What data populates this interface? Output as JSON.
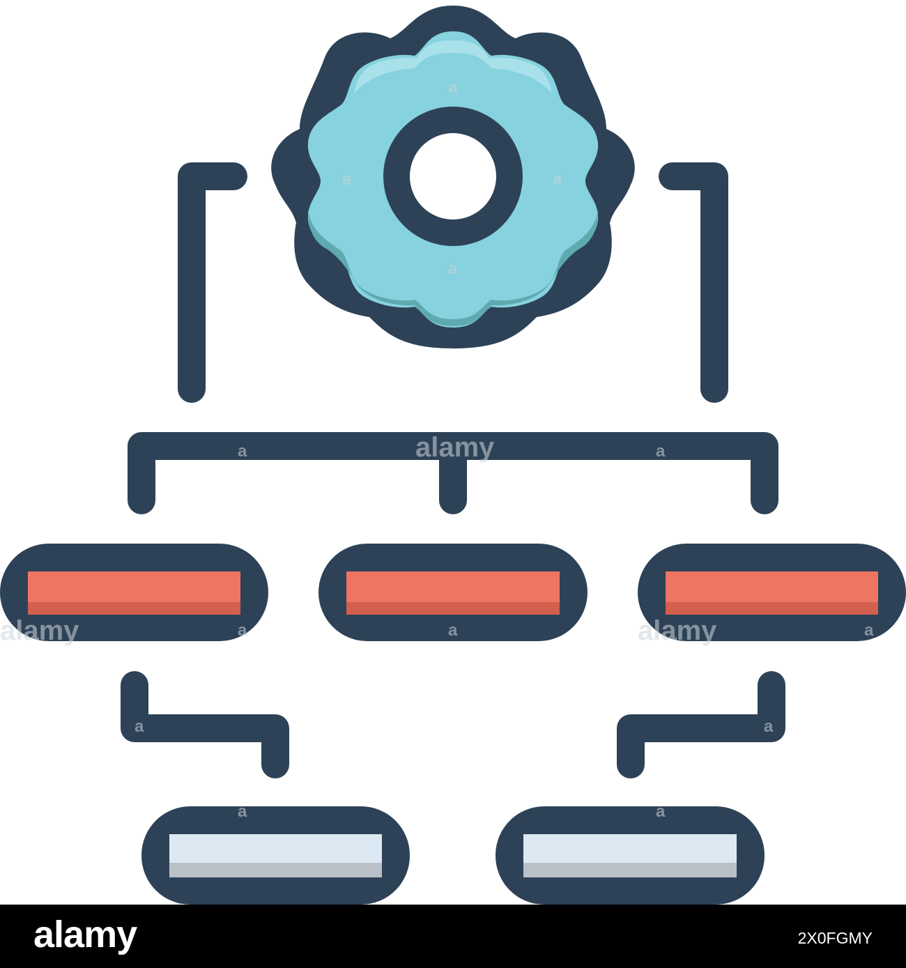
{
  "icon": {
    "subject": "gear-hierarchy-icon",
    "colors": {
      "outline": "#2d4257",
      "gear_fill": "#86d2de",
      "gear_highlight": "#a9e1ea",
      "gear_shadow": "#5fa9b1",
      "red_box": "#ef7563",
      "red_box_shadow": "#d35f4e",
      "grey_box": "#dde9f2",
      "grey_box_shadow": "#b9c0c8",
      "background": "#ffffff"
    }
  },
  "watermark": {
    "text": "alamy",
    "letter": "a"
  },
  "footer": {
    "logo_text": "alamy",
    "image_id": "2X0FGMY",
    "bar_color": "#000000"
  }
}
